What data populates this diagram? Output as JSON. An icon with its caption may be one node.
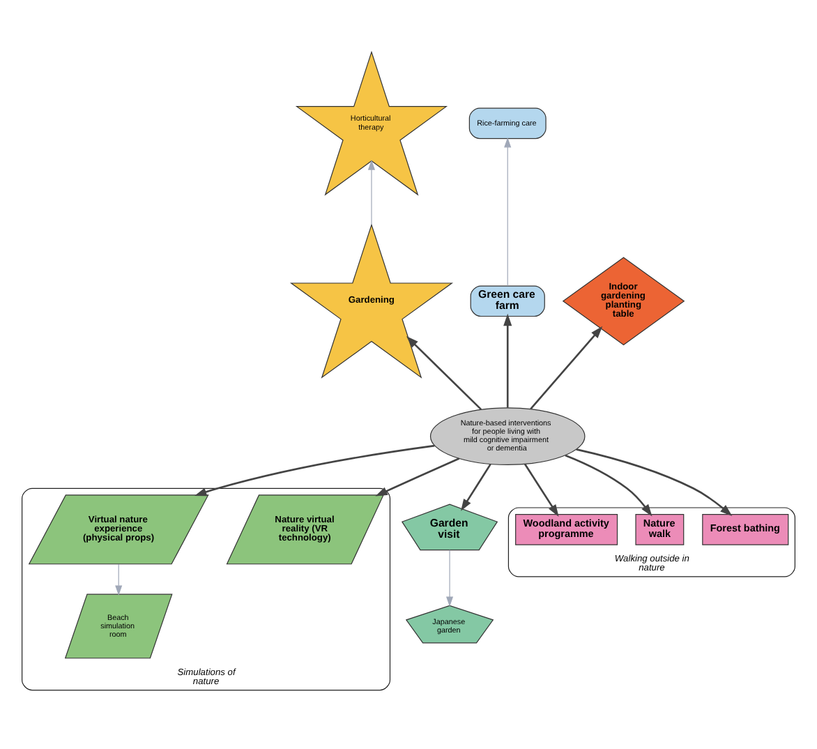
{
  "diagram": {
    "nodes": [
      {
        "text": [
          "Nature-based interventions for people living with mild cognitive impairment or dementia"
        ]
      },
      {
        "text": [
          "Gardening"
        ]
      },
      {
        "text": [
          "Horticultural therapy"
        ]
      },
      {
        "text": [
          "Green care farm"
        ]
      },
      {
        "text": [
          "Rice-farming care"
        ]
      },
      {
        "text": [
          "Indoor gardening planting table"
        ]
      },
      {
        "text": [
          "Garden visit"
        ]
      },
      {
        "text": [
          "Japanese garden"
        ]
      },
      {
        "text": [
          "Simulations of nature"
        ]
      },
      {
        "text": [
          "Nature virtual reality (VR technology)"
        ],
        "in": 8
      },
      {
        "text": [
          "Virtual nature experience (physical props)"
        ],
        "in": 8
      },
      {
        "text": [
          "Beach simulation room"
        ],
        "in": 8
      },
      {
        "text": [
          "Walking outside in nature"
        ]
      },
      {
        "text": [
          "Forest bathing"
        ],
        "in": 12
      },
      {
        "text": [
          "Nature walk"
        ],
        "in": 12
      },
      {
        "text": [
          "Woodland activity programme"
        ],
        "in": 12
      }
    ],
    "edges": [
      {
        "from": 0,
        "to": 1,
        "arrow": "to"
      },
      {
        "from": 1,
        "to": 2,
        "arrow": "to",
        "color": "#a0a8b8"
      },
      {
        "from": 0,
        "to": 3,
        "arrow": "to"
      },
      {
        "from": 3,
        "to": 4,
        "arrow": "to",
        "color": "#a0a8b8"
      },
      {
        "from": 0,
        "to": 5,
        "arrow": "to"
      },
      {
        "from": 0,
        "to": 6,
        "arrow": "to"
      },
      {
        "from": 6,
        "to": 7,
        "arrow": "to",
        "color": "#a0a8b8"
      },
      {
        "from": 0,
        "to": 9,
        "arrow": "to"
      },
      {
        "from": 0,
        "to": 10,
        "arrow": "to"
      },
      {
        "from": 10,
        "to": 11,
        "arrow": "to",
        "color": "#a0a8b8"
      },
      {
        "from": 0,
        "to": 13,
        "arrow": "to"
      },
      {
        "from": 0,
        "to": 14,
        "arrow": "to"
      },
      {
        "from": 0,
        "to": 15,
        "arrow": "to"
      }
    ]
  }
}
